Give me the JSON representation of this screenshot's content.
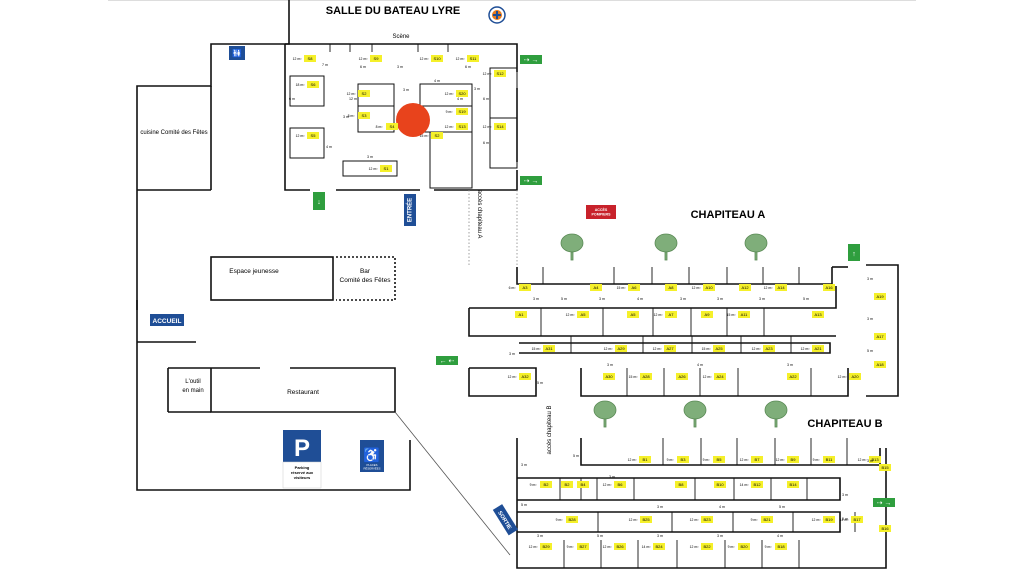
{
  "title": "SALLE DU BATEAU LYRE",
  "scene_label": "Scène",
  "kitchen_label": "cuisine Comité des Fêtes",
  "youth_space_label": "Espace jeunesse",
  "bar_label": "Bar\nComité des Fêtes",
  "welcome_label": "ACCUEIL",
  "tool_label": "L'outil\nen main",
  "restaurant_label": "Restaurant",
  "parking_letter": "P",
  "parking_label": "Parking\nréservé aux\nvisiteurs",
  "disabled_label": "PLACES\nRÉSERVÉES",
  "entrance_label": "ENTRÉE",
  "exit_label": "SORTIE",
  "firefighter_label": "ACCÈS\nPOMPIERS",
  "access_a_label": "accès chapiteau A",
  "access_b_label": "accès chapiteau B",
  "tent_a_title": "CHAPITEAU A",
  "tent_b_title": "CHAPITEAU B",
  "colors": {
    "stand": "#f5f02a",
    "wall": "#111111",
    "dim": "#2a5aa0",
    "marker": "#e8431c",
    "sign_blue": "#1f4e96",
    "sign_green": "#2f9e3e",
    "firefighter": "#c8222b"
  },
  "hall": {
    "top_row": [
      {
        "id": "S8",
        "size": "12 m²"
      },
      {
        "id": "S9",
        "size": "12 m²"
      },
      {
        "id": "S10",
        "size": "12 m²"
      },
      {
        "id": "S11",
        "size": "12 m²"
      }
    ],
    "left_col": [
      {
        "id": "S6",
        "size": "18 m²"
      },
      {
        "id": "S5",
        "size": "12 m²"
      }
    ],
    "center_left": [
      {
        "id": "S2",
        "size": "12 m²"
      },
      {
        "id": "S3",
        "size": "8 m²"
      },
      {
        "id": "S4",
        "size": "8 m²"
      }
    ],
    "center_right": [
      {
        "id": "S20",
        "size": "12 m²"
      },
      {
        "id": "S19",
        "size": "9 m²"
      },
      {
        "id": "S13",
        "size": "12 m²"
      }
    ],
    "right_col": [
      {
        "id": "S12",
        "size": "12 m²"
      },
      {
        "id": "S14",
        "size": "12 m²"
      }
    ],
    "bottom": [
      {
        "id": "S1",
        "size": "12 m²"
      },
      {
        "id": "S2",
        "size": "15 m²"
      }
    ],
    "dims": [
      "7 m",
      "6 m",
      "3 m",
      "4 m",
      "6 m",
      "3 m",
      "12 m",
      "3 m",
      "3 m",
      "4 m",
      "6 m",
      "6 m",
      "3 m",
      "4 m",
      "6 m"
    ]
  },
  "tent_a": {
    "row1": [
      "A3",
      "A4",
      "A6",
      "A8",
      "A10",
      "A12",
      "A14",
      "A16"
    ],
    "row2": [
      "A1",
      "A5",
      "A5",
      "A7",
      "A9",
      "A11",
      "A13"
    ],
    "row3": [
      "A31",
      "A29",
      "A27",
      "A25",
      "A23",
      "A21"
    ],
    "row4": [
      "A32",
      "A30",
      "A28",
      "A26",
      "A24",
      "A22",
      "A20"
    ],
    "right_col": [
      "A19",
      "A17",
      "A18"
    ],
    "sizes": [
      "6 m²",
      "12 m²",
      "15 m²",
      "12 m²",
      "12 m²",
      "15 m²",
      "12 m²",
      "12 m²"
    ],
    "dims": [
      "3 m",
      "5 m",
      "3 m",
      "4 m",
      "3 m",
      "3 m",
      "3 m",
      "5 m"
    ]
  },
  "tent_b": {
    "row1": [
      "B1",
      "B3",
      "B5",
      "B7",
      "B9",
      "B11",
      "B13"
    ],
    "row2": [
      "B2",
      "B2",
      "B4",
      "B6",
      "B8",
      "B10",
      "B12",
      "B14"
    ],
    "row3": [
      "B28",
      "B25",
      "B23",
      "B21",
      "B19",
      "B17"
    ],
    "row4": [
      "B29",
      "B27",
      "B26",
      "B24",
      "B22",
      "B20",
      "B18"
    ],
    "right_col": [
      "B15",
      "B16"
    ],
    "sizes": [
      "12 m²",
      "9 m²",
      "9 m²",
      "12 m²",
      "12 m²",
      "9 m²",
      "12 m²",
      "14 m²"
    ],
    "dims": [
      "3 m",
      "5 m",
      "3 m",
      "3 m",
      "4 m",
      "5 m",
      "3 m",
      "5 m"
    ]
  }
}
